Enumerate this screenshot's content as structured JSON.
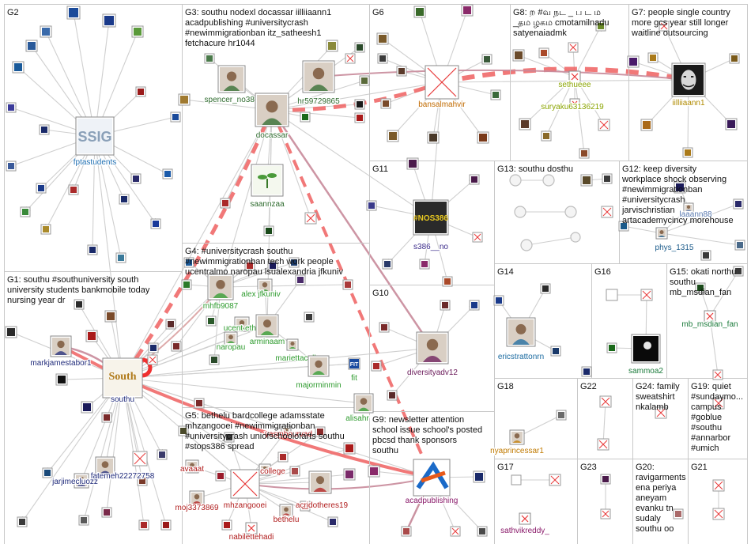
{
  "groups": [
    {
      "id": "G1",
      "text": "G1: southu #southuniversity south\nuniversity students bankmobile today\nnursing year dr"
    },
    {
      "id": "G2",
      "text": "G2"
    },
    {
      "id": "G3",
      "text": "G3: southu nodexl docassar iilliiaann1\nacadpublishing #universitycrash\n#newimmigrationban itz_satheesh1\nfetchacure hr1044"
    },
    {
      "id": "G4",
      "text": "G4: #universitycrash southu\n#newimmigrationban tech work people\nucentralmo naropau lsualexandria jfkuniv"
    },
    {
      "id": "G5",
      "text": "G5: bethelu bardcollege adamsstate\nmhzangooei #newimmigrationban\n#universitycrash uniofschoolofarts southu\n#stops386 spread"
    },
    {
      "id": "G6",
      "text": "G6"
    },
    {
      "id": "G7",
      "text": "G7: people single country\nmore gcs year still longer\nwaitline outsourcing"
    },
    {
      "id": "G8",
      "text": "G8: ற #வ நட _ ப ட ம\n_தம ழகம cmotamilnadu\nsatyenaiadmk"
    },
    {
      "id": "G9",
      "text": "G9: newsletter attention\nschool issue school's posted\npbcsd thank sponsors\nsouthu"
    },
    {
      "id": "G10",
      "text": "G10"
    },
    {
      "id": "G11",
      "text": "G11"
    },
    {
      "id": "G12",
      "text": "G12: keep diversity\nworkplace shock observing\n#newimmigrationban\n#universitycrash\njarvischristian\nartacademycincy morehouse"
    },
    {
      "id": "G13",
      "text": "G13: southu dosthu"
    },
    {
      "id": "G14",
      "text": "G14"
    },
    {
      "id": "G15",
      "text": "G15: okati northu\nsouthu\nmb_msdian_fan"
    },
    {
      "id": "G16",
      "text": "G16"
    },
    {
      "id": "G17",
      "text": "G17"
    },
    {
      "id": "G18",
      "text": "G18"
    },
    {
      "id": "G19",
      "text": "G19: quiet\n#sundaymo...\ncampus\n#goblue\n#southu\n#annarbor\n#umich"
    },
    {
      "id": "G20",
      "text": "G20:\nravigarments\nena periya\naneyam\nevanku tn\nsudaly\nsouthu oo"
    },
    {
      "id": "G21",
      "text": "G21"
    },
    {
      "id": "G22",
      "text": "G22"
    },
    {
      "id": "G23",
      "text": "G23"
    },
    {
      "id": "G24",
      "text": "G24: family\nsweatshirt\nnkalamb"
    }
  ],
  "nodes": [
    {
      "id": "southu",
      "label": "southu",
      "color": "#1f2a7a",
      "icon": "south-university-logo"
    },
    {
      "id": "markjamestabor1",
      "label": "markjamestabor1",
      "color": "#1f2a7a",
      "icon": "avatar"
    },
    {
      "id": "fatemeh22272758",
      "label": "fatemeh22272758",
      "color": "#1f2a7a",
      "icon": "avatar"
    },
    {
      "id": "jarjimecluozz",
      "label": "jarjimecluozz",
      "color": "#1f2a7a",
      "icon": "avatar"
    },
    {
      "id": "fptastudents",
      "label": "fptastudents",
      "color": "#1f6fb2",
      "icon": "ssig-logo"
    },
    {
      "id": "spencer_no386",
      "label": "spencer_no386",
      "color": "#2e6b2e",
      "icon": "avatar"
    },
    {
      "id": "docassar",
      "label": "docassar",
      "color": "#2e6b2e",
      "icon": "avatar"
    },
    {
      "id": "hr59729865",
      "label": "hr59729865",
      "color": "#2e6b2e",
      "icon": "avatar"
    },
    {
      "id": "saannzaa",
      "label": "saannzaa",
      "color": "#2e6b2e",
      "icon": "plant-image"
    },
    {
      "id": "mhfb9087",
      "label": "mhfb9087",
      "color": "#2e9b2e",
      "icon": "avatar"
    },
    {
      "id": "alex_jfkuniv",
      "label": "alex jfkuniv",
      "color": "#2e9b2e",
      "icon": "avatar"
    },
    {
      "id": "ucent_ethanl",
      "label": "ucent ethanl",
      "color": "#2e9b2e",
      "icon": "avatar"
    },
    {
      "id": "naropau",
      "label": "naropau",
      "color": "#2e9b2e",
      "icon": "avatar"
    },
    {
      "id": "arminaam",
      "label": "arminaam",
      "color": "#2e9b2e",
      "icon": "avatar"
    },
    {
      "id": "mariettacoll",
      "label": "mariettacoll",
      "color": "#2e9b2e",
      "icon": "avatar"
    },
    {
      "id": "majorminmin",
      "label": "majorminmin",
      "color": "#2e9b2e",
      "icon": "avatar"
    },
    {
      "id": "fit",
      "label": "fit",
      "color": "#2e9b2e",
      "icon": "fit-logo"
    },
    {
      "id": "alisahr",
      "label": "alisahr",
      "color": "#2e9b2e",
      "icon": "avatar"
    },
    {
      "id": "avaaat",
      "label": "avaaat",
      "color": "#b01c1c",
      "icon": "avatar"
    },
    {
      "id": "moj3373869",
      "label": "moj3373869",
      "color": "#b01c1c",
      "icon": "avatar"
    },
    {
      "id": "mhzangooei",
      "label": "mhzangooei",
      "color": "#b01c1c",
      "icon": "missing-image"
    },
    {
      "id": "college",
      "label": "college",
      "color": "#b01c1c",
      "icon": "avatar"
    },
    {
      "id": "acridotheres19",
      "label": "acridotheres19",
      "color": "#b01c1c",
      "icon": "avatar"
    },
    {
      "id": "bethelu",
      "label": "bethelu",
      "color": "#b01c1c",
      "icon": "avatar"
    },
    {
      "id": "nabilettehadi",
      "label": "nabilettehadi",
      "color": "#b01c1c",
      "icon": "missing-image"
    },
    {
      "id": "yasmbourvad",
      "label": "yasmbourvad",
      "color": "#b01c1c",
      "icon": "avatar"
    },
    {
      "id": "bansalmahvir",
      "label": "bansalmahvir",
      "color": "#c06a00",
      "icon": "missing-image"
    },
    {
      "id": "iilliiaann1",
      "label": "iilliiaann1",
      "color": "#b08a00",
      "icon": "anonymous-mask"
    },
    {
      "id": "sethueee",
      "label": "sethueee",
      "color": "#8aa400",
      "icon": "missing-image"
    },
    {
      "id": "suryaku63136219",
      "label": "suryaku63136219",
      "color": "#8aa400",
      "icon": "missing-image"
    },
    {
      "id": "s386__no",
      "label": "s386__no",
      "color": "#3a2a8a",
      "icon": "nos386-image"
    },
    {
      "id": "diversityadv12",
      "label": "diversityadv12",
      "color": "#6a1a5a",
      "icon": "avatar"
    },
    {
      "id": "acadpublishing",
      "label": "acadpublishing",
      "color": "#8a1a6a",
      "icon": "acad-logo"
    },
    {
      "id": "phys_1315",
      "label": "phys_1315",
      "color": "#1a5a8a",
      "icon": "avatar"
    },
    {
      "id": "laaann88",
      "label": "laaann88",
      "color": "#5a7ab0",
      "icon": "avatar"
    },
    {
      "id": "ericstrattonrn",
      "label": "ericstrattonrn",
      "color": "#1a6aa0",
      "icon": "avatar"
    },
    {
      "id": "sammoa2",
      "label": "sammoa2",
      "color": "#1a7a3a",
      "icon": "moon-image"
    },
    {
      "id": "mb_msdian_fan",
      "label": "mb_msdian_fan",
      "color": "#1a7a3a",
      "icon": "missing-image"
    },
    {
      "id": "nyaprincessar1",
      "label": "nyaprincessar1",
      "color": "#c07a00",
      "icon": "avatar"
    },
    {
      "id": "sathvikreddy_",
      "label": "sathvikreddy_",
      "color": "#8a1a6a",
      "icon": "missing-image"
    }
  ],
  "colors": {
    "group_border": "#c8c8c8",
    "edge": "#cfcfcf",
    "edge_red": "#f06a6a",
    "missing_red": "#e83a3a"
  }
}
